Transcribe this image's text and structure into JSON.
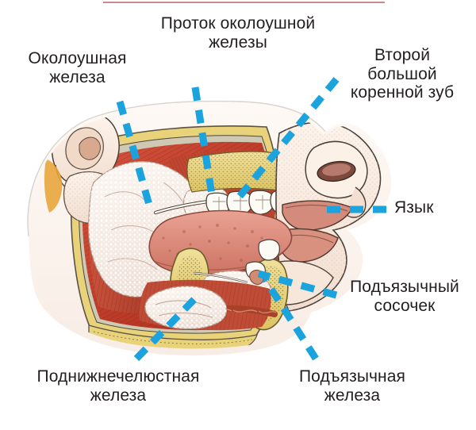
{
  "figure": {
    "title_rule_color": "#c98b8b",
    "background": "#ffffff",
    "leader_color": "#1BA3DE",
    "subject": "anatomical-illustration-salivary-glands"
  },
  "labels": {
    "parotid_gland": "Околоушная\nжелеза",
    "parotid_duct": "Проток околоушной\nжелезы",
    "second_molar": "Второй\nбольшой\nкоренной зуб",
    "tongue": "Язык",
    "sublingual_papilla": "Подъязычный\nсосочек",
    "submandibular_gland": "Поднижнечелюстная\nжелеза",
    "sublingual_gland": "Подъязычная\nжелеза"
  },
  "illustration": {
    "parts": [
      "ear-auricle",
      "parotid-gland-mass",
      "masseter-muscle",
      "buccinator-muscle",
      "parotid-duct",
      "upper-molar-teeth",
      "lower-teeth",
      "tongue",
      "nose",
      "upper-lip",
      "lower-lip",
      "mandible-bone",
      "sublingual-gland",
      "submandibular-gland",
      "mylohyoid-muscle",
      "skin-fat-margin"
    ],
    "palette": {
      "muscle_red": "#c0392b",
      "muscle_red_light": "#d8604a",
      "gland_white": "#f3ece6",
      "bone_yellow": "#e8d37a",
      "skin": "#f7e9dd",
      "tongue_pink": "#de8d7e",
      "tooth_white": "#fbfaf5",
      "outline": "#3a2f2a",
      "fat_orange": "#e6a740"
    }
  }
}
